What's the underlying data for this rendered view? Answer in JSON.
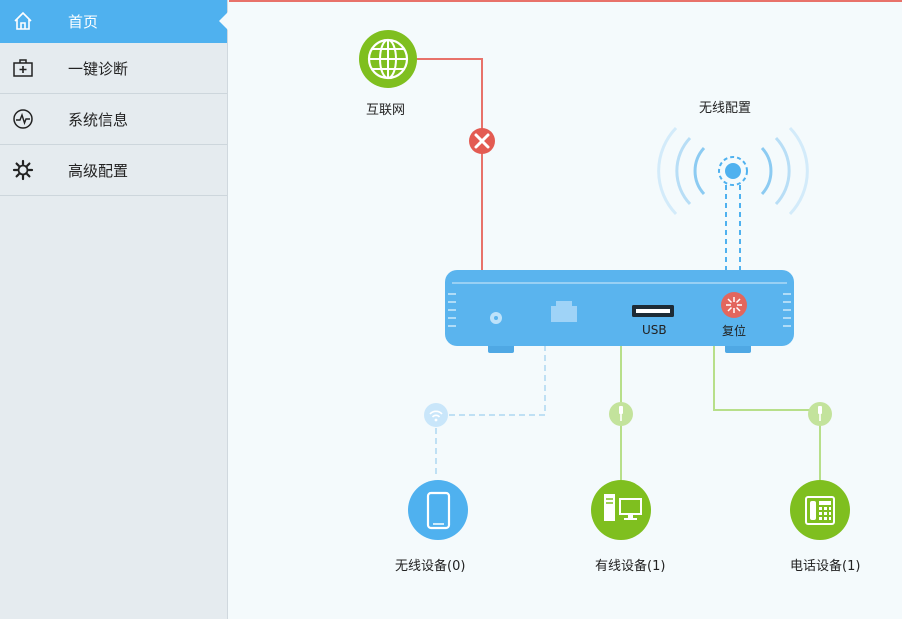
{
  "sidebar": {
    "items": [
      {
        "label": "首页",
        "icon": "home-icon",
        "active": true
      },
      {
        "label": "一键诊断",
        "icon": "medical-kit-icon",
        "active": false
      },
      {
        "label": "系统信息",
        "icon": "pulse-icon",
        "active": false
      },
      {
        "label": "高级配置",
        "icon": "gear-icon",
        "active": false
      }
    ]
  },
  "topology": {
    "internet_label": "互联网",
    "internet_status": "disconnected",
    "wireless_config_label": "无线配置",
    "usb_label": "USB",
    "reset_label": "复位",
    "devices": [
      {
        "label": "无线设备(0)",
        "icon": "tablet-icon"
      },
      {
        "label": "有线设备(1)",
        "icon": "desktop-computer-icon"
      },
      {
        "label": "电话设备(1)",
        "icon": "telephone-icon"
      }
    ]
  },
  "colors": {
    "accent": "#4fb1ef",
    "router": "#5ab4ee",
    "green": "#7fbf1f",
    "error": "#e35b52",
    "link_line_green": "#b7df8a"
  }
}
